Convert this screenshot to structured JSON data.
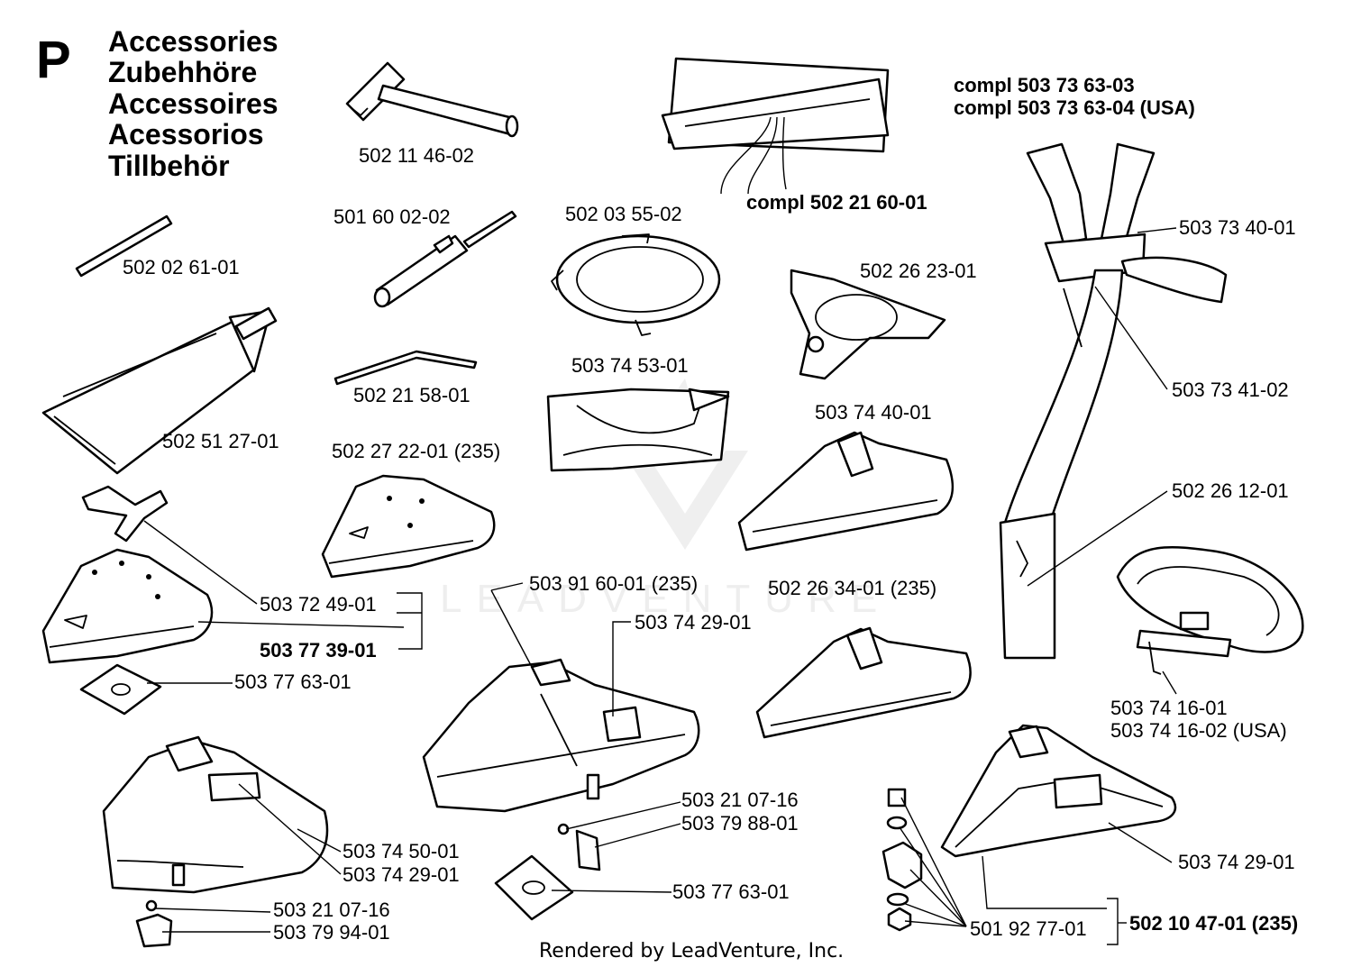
{
  "section_letter": "P",
  "headings": [
    "Accessories",
    "Zubehhöre",
    "Accessoires",
    "Acessorios",
    "Tillbehör"
  ],
  "watermark": "LEADVENTURE",
  "footer": "Rendered by LeadVenture, Inc.",
  "labels": {
    "wrench": "502 11 46-02",
    "bag": "compl 502 21 60-01",
    "harness_set": "compl 503 73 63-03",
    "harness_set_usa": "compl 503 73 63-04 (USA)",
    "screwdriver": "501 60 02-02",
    "ring": "502 03 55-02",
    "strap_buckle": "503 73 40-01",
    "rod": "502 02 61-01",
    "support_plate": "502 26 23-01",
    "tube": "502 51 27-01",
    "allen_key": "502 21 58-01",
    "guard_insert": "503 74 53-01",
    "harness_pad": "503 73 41-02",
    "guard_right_a": "503 74 40-01",
    "guard_235": "502 27 22-01 (235)",
    "hip_pad": "502 26 12-01",
    "bracket_top": "503 72 49-01",
    "guard_kit": "503 77 39-01",
    "guard_large_center": "503 91 60-01 (235)",
    "guard_right_b": "502 26 34-01 (235)",
    "decal_center": "503 74 29-01",
    "plate_left": "503 77 63-01",
    "belt_a": "503 74 16-01",
    "belt_b": "503 74 16-02 (USA)",
    "screw_center": "503 21 07-16",
    "clip_center": "503 79 88-01",
    "guard_bottom_left": "503 74 50-01",
    "decal_left": "503 74 29-01",
    "decal_right": "503 74 29-01",
    "plate_center": "503 77 63-01",
    "screw_left": "503 21 07-16",
    "clip_left": "503 79 94-01",
    "fastener_kit": "501 92 77-01",
    "guard_kit_235": "502 10 47-01 (235)"
  }
}
